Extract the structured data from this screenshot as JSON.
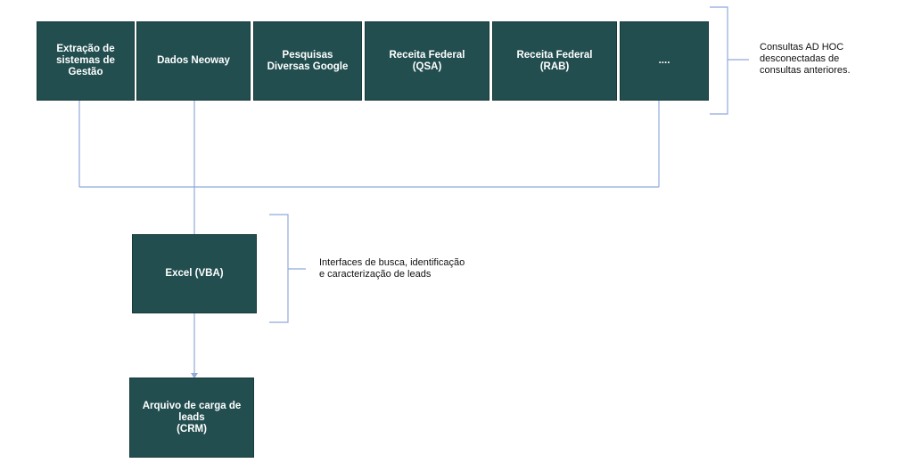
{
  "colors": {
    "node_fill": "#224e4f",
    "connector": "#8fa9dc",
    "text": "#ffffff"
  },
  "sources": [
    {
      "label": "Extração de\nsistemas de\nGestão"
    },
    {
      "label": "Dados Neoway"
    },
    {
      "label": "Pesquisas\nDiversas Google"
    },
    {
      "label": "Receita Federal\n(QSA)"
    },
    {
      "label": "Receita Federal\n(RAB)"
    },
    {
      "label": "...."
    }
  ],
  "excel": {
    "label": "Excel (VBA)"
  },
  "crm": {
    "label": "Arquivo de carga de\nleads\n(CRM)"
  },
  "notes": {
    "sources": "Consultas AD HOC\ndesconectadas de\nconsultas anteriores.",
    "excel": "Interfaces de busca, identificação\ne caracterização de leads"
  }
}
